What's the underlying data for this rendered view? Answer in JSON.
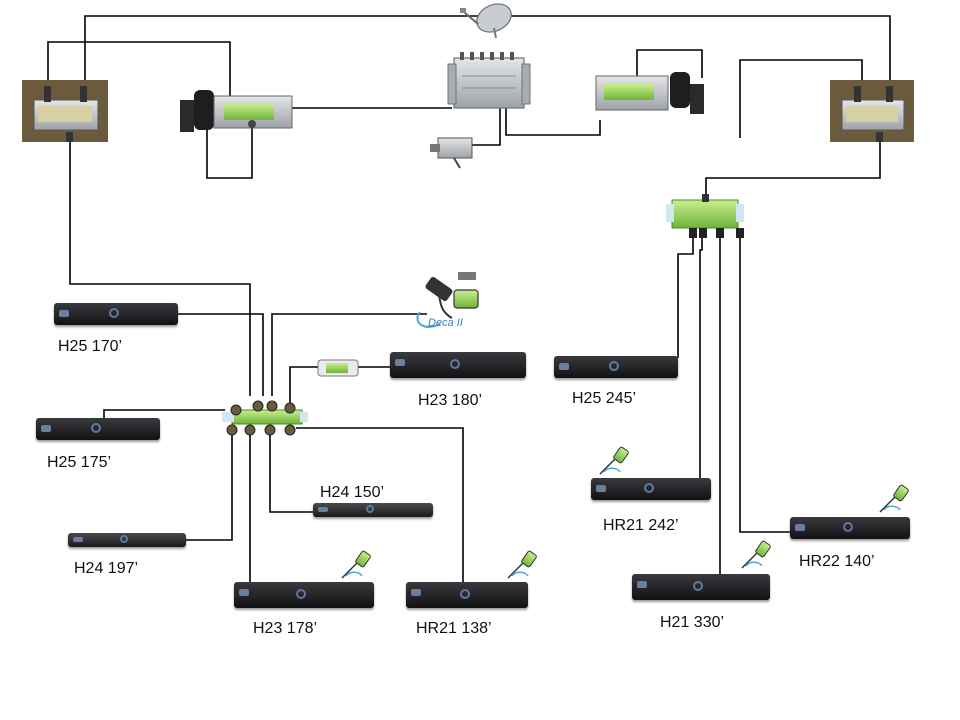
{
  "colors": {
    "wire": "#000000",
    "receiver": "#1c1c1e",
    "component_body": "#b9bdc0",
    "splitter_green": "#8fd14f",
    "label": "#111111"
  },
  "components": {
    "dish": {
      "icon": "satellite-dish-icon"
    },
    "multiswitch": {
      "icon": "multiswitch-icon"
    },
    "power_inserter": {
      "icon": "power-inserter-icon"
    },
    "deca": {
      "label": "Deca II",
      "icon": "deca-adapter-icon"
    },
    "left_power_supply": {
      "icon": "power-supply-icon"
    },
    "right_power_supply": {
      "icon": "power-supply-icon"
    }
  },
  "receivers": [
    {
      "id": "r1",
      "label": "H25 170’"
    },
    {
      "id": "r2",
      "label": "H25 175’"
    },
    {
      "id": "r3",
      "label": "H24 197’"
    },
    {
      "id": "r4",
      "label": "H24 150’"
    },
    {
      "id": "r5",
      "label": "H23 178’"
    },
    {
      "id": "r6",
      "label": "HR21 138’"
    },
    {
      "id": "r7",
      "label": "H23 180’"
    },
    {
      "id": "r8",
      "label": "H25 245’"
    },
    {
      "id": "r9",
      "label": "HR21 242’"
    },
    {
      "id": "r10",
      "label": "H21 330’"
    },
    {
      "id": "r11",
      "label": "HR22 140’"
    }
  ]
}
